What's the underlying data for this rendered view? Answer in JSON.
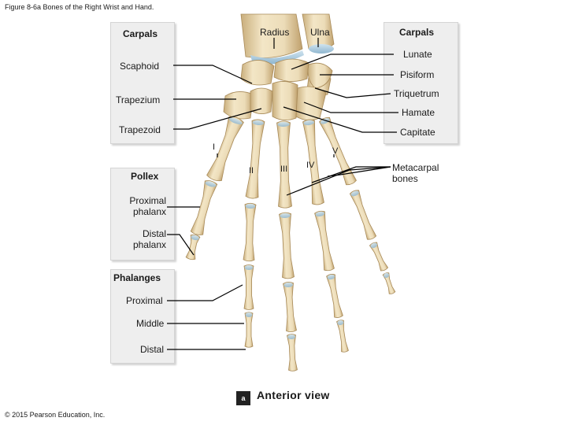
{
  "figure_caption": "Figure 8-6a Bones of the Right Wrist and Hand.",
  "copyright": "© 2015 Pearson Education, Inc.",
  "forearm": {
    "radius": "Radius",
    "ulna": "Ulna"
  },
  "left_panel": {
    "carpals_header": "Carpals",
    "scaphoid": "Scaphoid",
    "trapezium": "Trapezium",
    "trapezoid": "Trapezoid",
    "pollex_header": "Pollex",
    "proximal_phalanx": "Proximal\nphalanx",
    "distal_phalanx": "Distal\nphalanx",
    "phalanges_header": "Phalanges",
    "proximal": "Proximal",
    "middle": "Middle",
    "distal": "Distal"
  },
  "right_panel": {
    "carpals_header": "Carpals",
    "lunate": "Lunate",
    "pisiform": "Pisiform",
    "triquetrum": "Triquetrum",
    "hamate": "Hamate",
    "capitate": "Capitate",
    "metacarpal_bones": "Metacarpal\nbones"
  },
  "numerals": {
    "i": "I",
    "ii": "II",
    "iii": "III",
    "iv": "IV",
    "v": "V"
  },
  "view": {
    "badge": "a",
    "label": "Anterior view"
  },
  "colors": {
    "bone": "#ecdcb8",
    "bone_shadow": "#c9ae7c",
    "cartilage": "#a9c9dd",
    "panel": "#eeeeee",
    "leader": "#000000"
  }
}
